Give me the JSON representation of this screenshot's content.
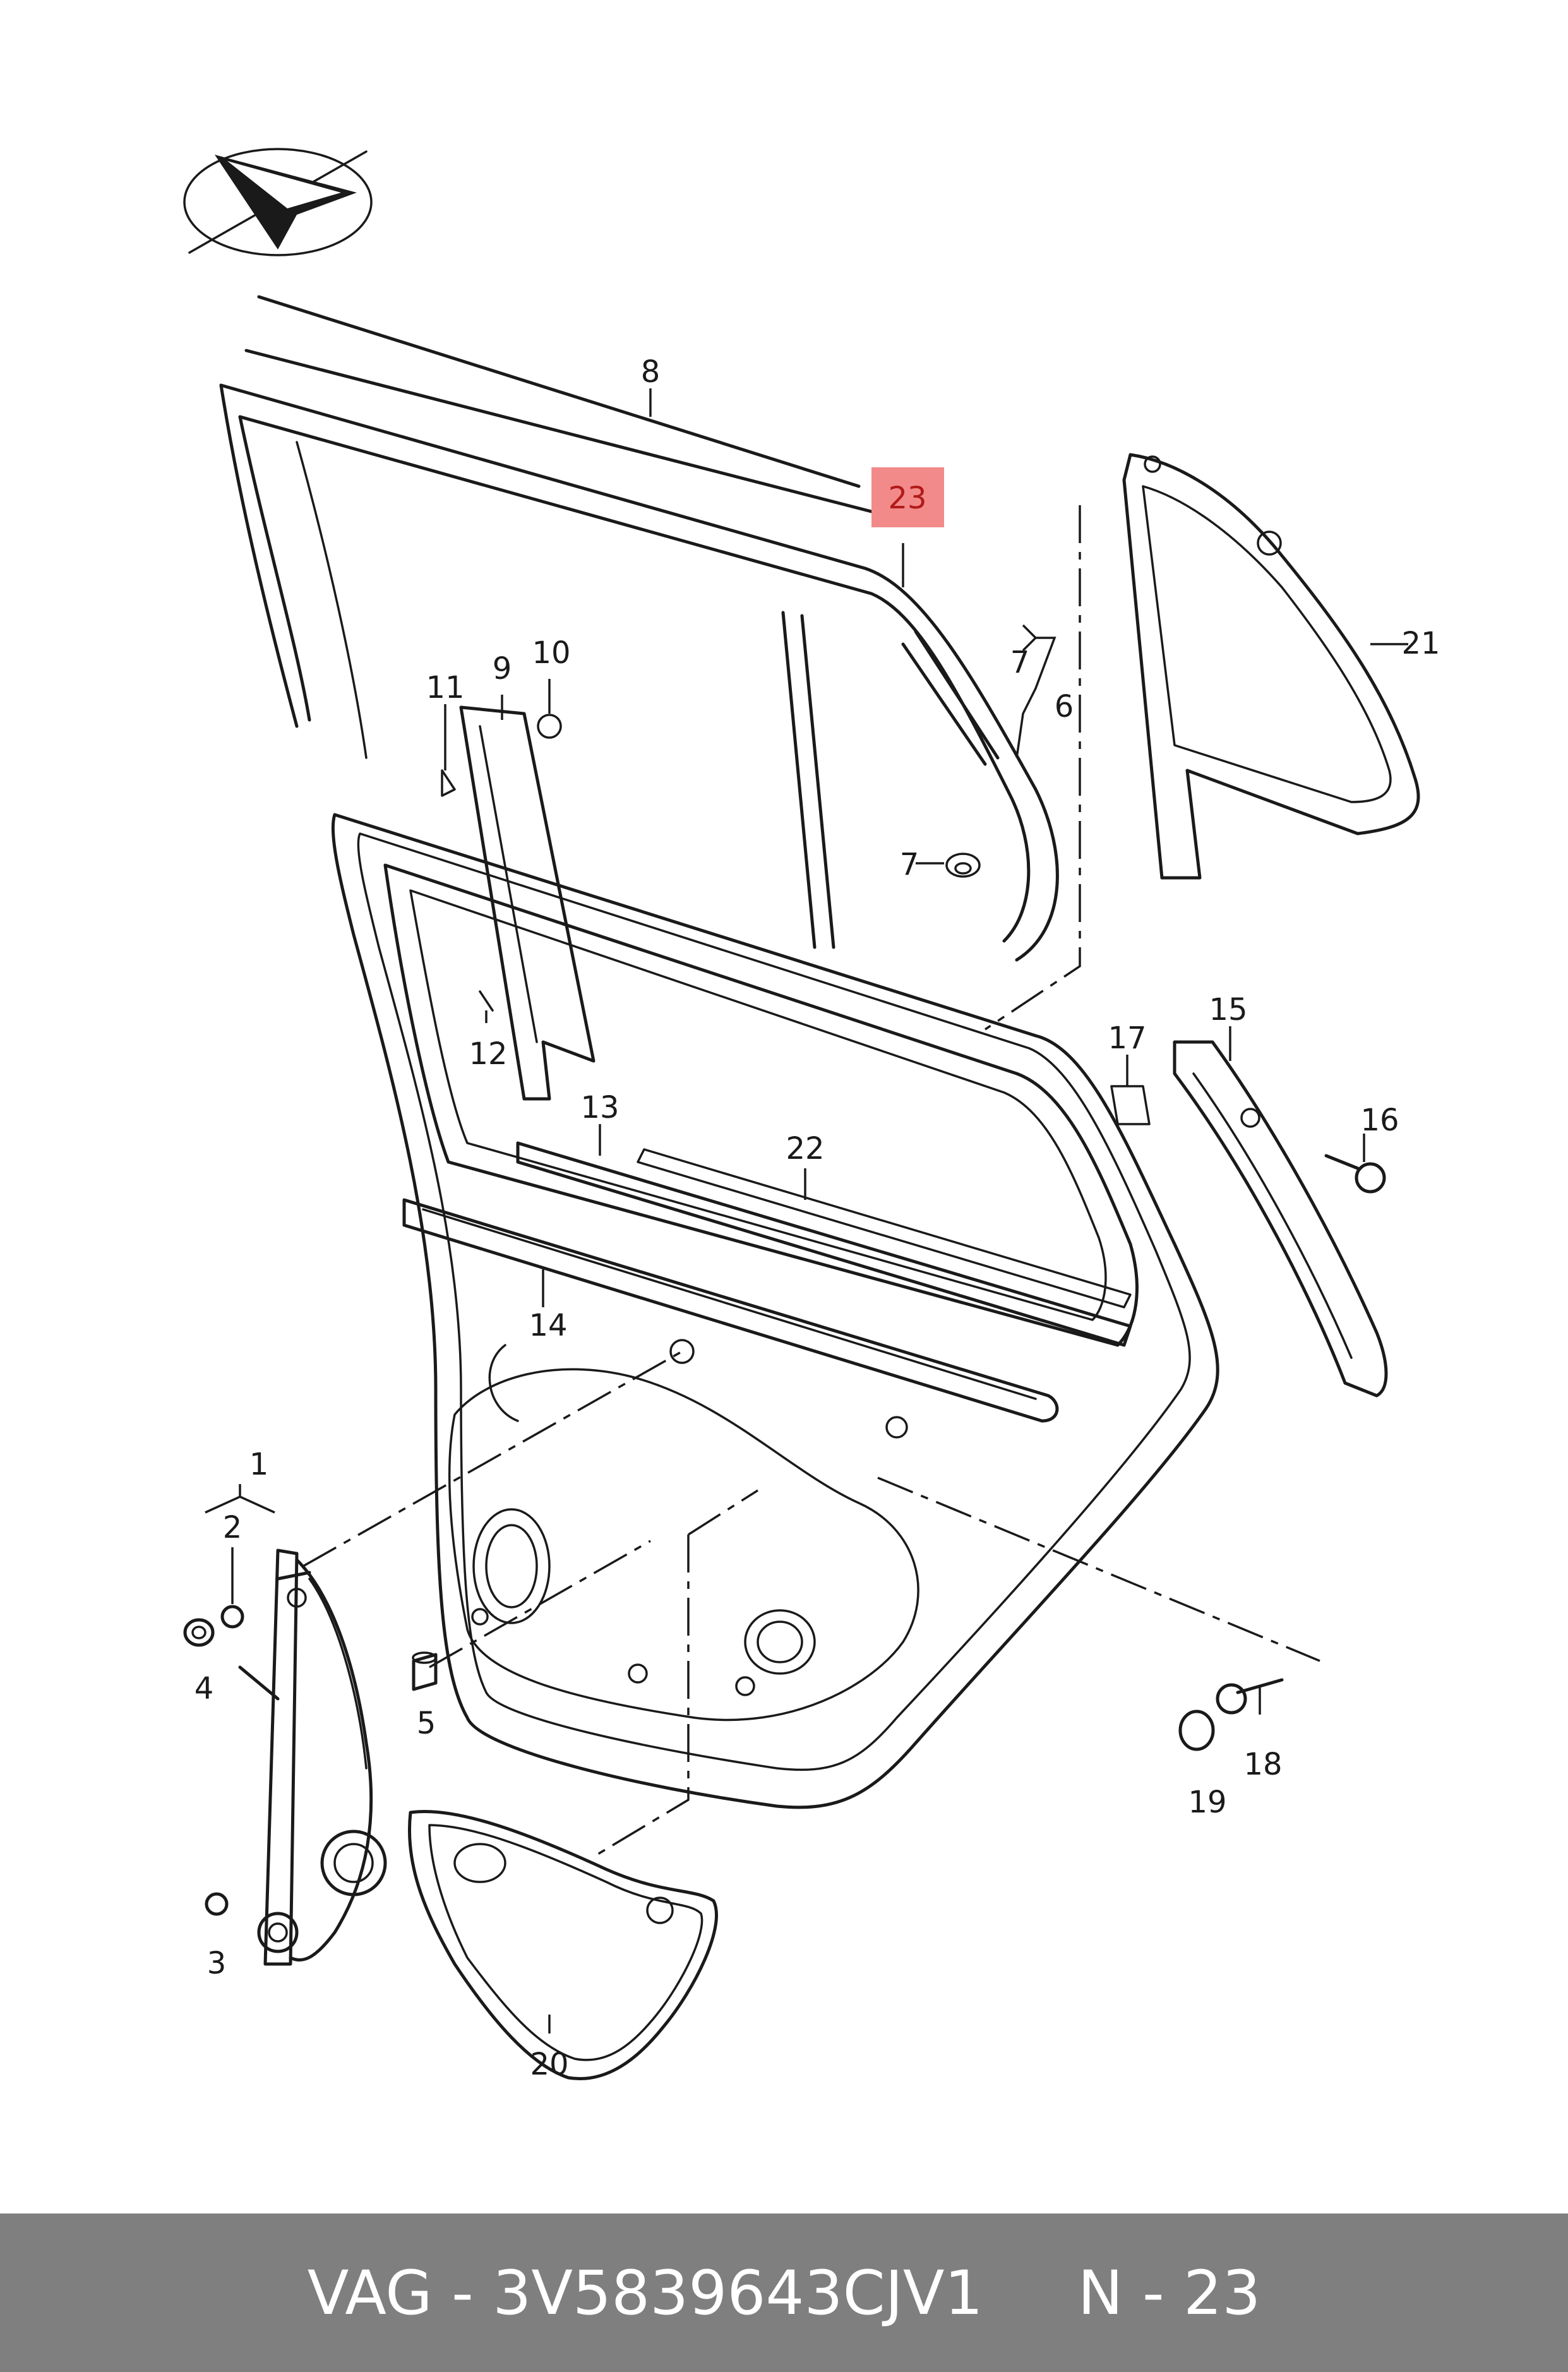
{
  "diagram": {
    "callouts": {
      "c1": "1",
      "c2": "2",
      "c3": "3",
      "c4": "4",
      "c5": "5",
      "c6": "6",
      "c7a": "7",
      "c7b": "7",
      "c8": "8",
      "c9": "9",
      "c10": "10",
      "c11": "11",
      "c12": "12",
      "c13": "13",
      "c14": "14",
      "c15": "15",
      "c16": "16",
      "c17": "17",
      "c18": "18",
      "c19": "19",
      "c20": "20",
      "c21": "21",
      "c22": "22"
    },
    "highlight": {
      "label": "23",
      "color": "#f28a8a",
      "text_color": "#b21a1a"
    }
  },
  "footer": {
    "part_label": "VAG - 3V5839643CJV1",
    "position_label": "N - 23",
    "background": "#7f7f7f"
  }
}
